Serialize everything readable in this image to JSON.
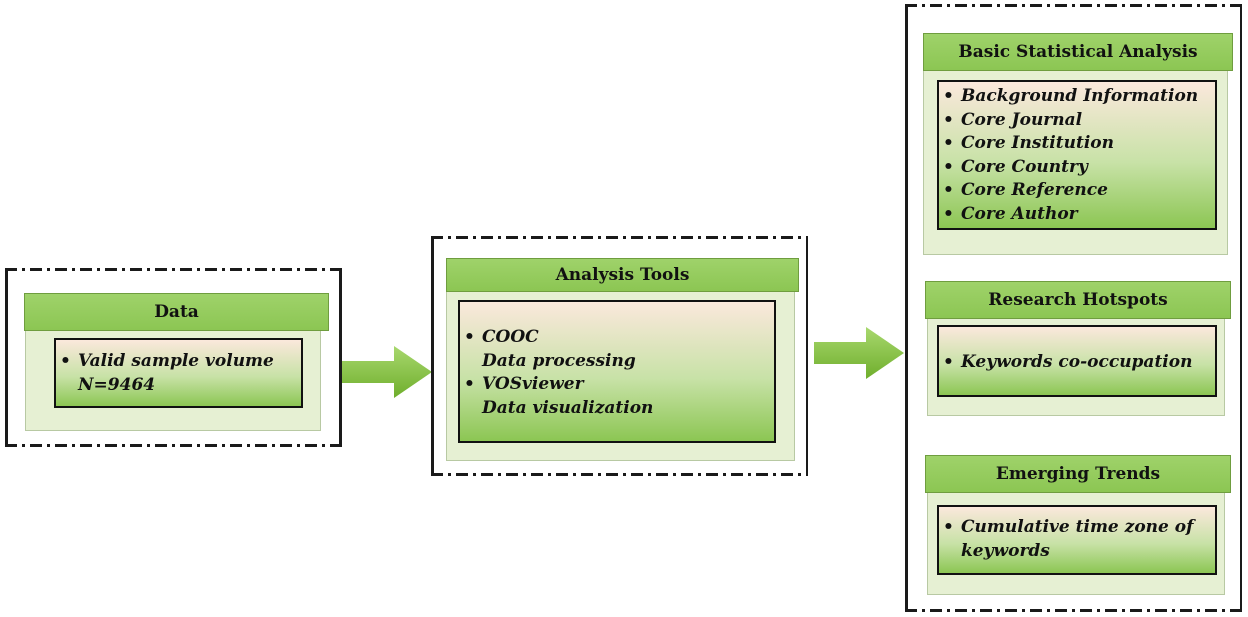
{
  "data_box": {
    "title": "Data",
    "items": [
      {
        "label": "Valid sample volume",
        "sub": "N=9464"
      }
    ]
  },
  "tools_box": {
    "title": "Analysis Tools",
    "items": [
      {
        "label": "COOC",
        "sub": "Data processing"
      },
      {
        "label": "VOSviewer",
        "sub": "Data visualization"
      }
    ]
  },
  "stats_box": {
    "title": "Basic Statistical Analysis",
    "items": [
      {
        "label": "Background Information"
      },
      {
        "label": "Core Journal"
      },
      {
        "label": "Core Institution"
      },
      {
        "label": "Core Country"
      },
      {
        "label": "Core Reference"
      },
      {
        "label": "Core Author"
      }
    ]
  },
  "hotspots_box": {
    "title": "Research Hotspots",
    "items": [
      {
        "label": "Keywords co-occupation"
      }
    ]
  },
  "trends_box": {
    "title": "Emerging Trends",
    "items": [
      {
        "label": "Cumulative time zone of",
        "sub": "keywords"
      }
    ]
  },
  "colors": {
    "header_green": "#8cc653",
    "panel_green": "#e6f0d3",
    "arrow_green": "#7fbf3a",
    "body_top": "#fbe8dc"
  }
}
